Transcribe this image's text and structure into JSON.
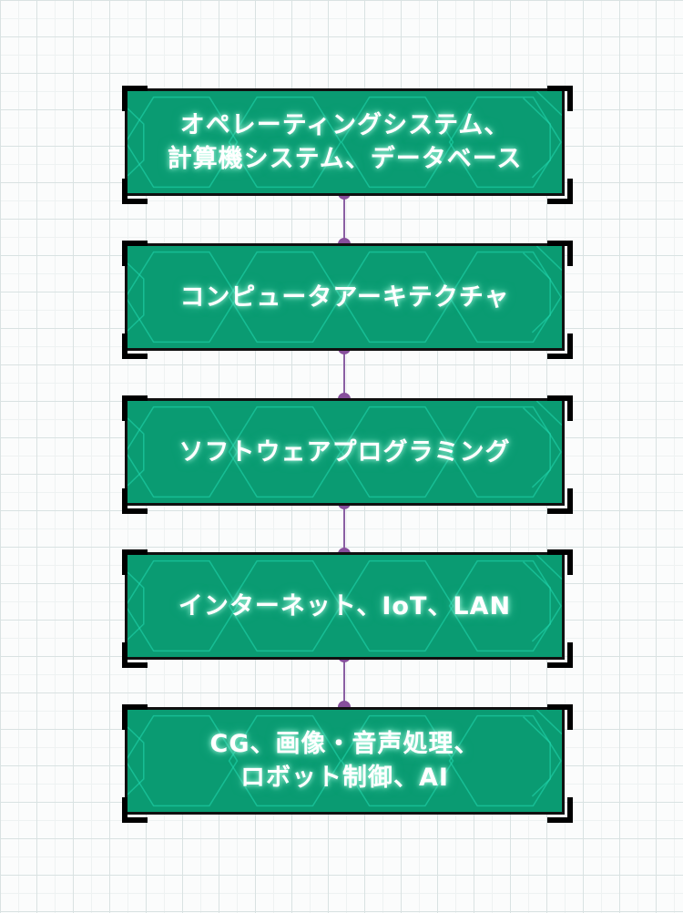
{
  "colors": {
    "box_fill": "#0a9b72",
    "box_border": "#101010",
    "pattern_line": "#23d8b0",
    "connector": "#8a5fa3",
    "dot": "#874f9c",
    "text": "#ffffff"
  },
  "steps": [
    {
      "lines": [
        "オペレーティングシステム、",
        "計算機システム、データベース"
      ]
    },
    {
      "lines": [
        "コンピュータアーキテクチャ"
      ]
    },
    {
      "lines": [
        "ソフトウェアプログラミング"
      ]
    },
    {
      "lines": [
        "インターネット、IoT、LAN"
      ]
    },
    {
      "lines": [
        "CG、画像・音声処理、",
        "ロボット制御、AI"
      ]
    }
  ]
}
